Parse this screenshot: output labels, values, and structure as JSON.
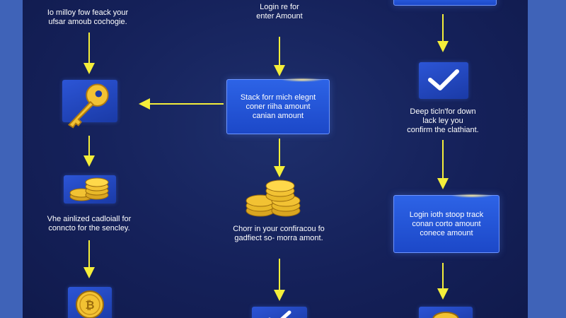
{
  "texts": {
    "left_top": "Io milloy fow feack your\nufsar amoub cochogie.",
    "center_top": "Login re for\nenter Amount",
    "right_mid": "Deep ticln'for down\nlack ley you\nconfirm the clathiant.",
    "left_mid": "Vhe ainlized cadloiall for\nconncto for the sencley.",
    "center_mid": "Chorr in your confiracou fo\ngadfiect so- morra amont."
  },
  "boxes": {
    "center": "Stack forr mich elegnt\nconer riiha amount\ncanian amount",
    "right": "Login ioth stoop track\nconan corto amount\nconece amount"
  },
  "colors": {
    "arrow": "#f4ee3a",
    "gold": "#f2c233",
    "box_blue": "#2458dc"
  },
  "icons": [
    "key-icon",
    "coin-stack-icon",
    "bitcoin-coin-icon",
    "checkmark-icon",
    "coin-icon"
  ]
}
